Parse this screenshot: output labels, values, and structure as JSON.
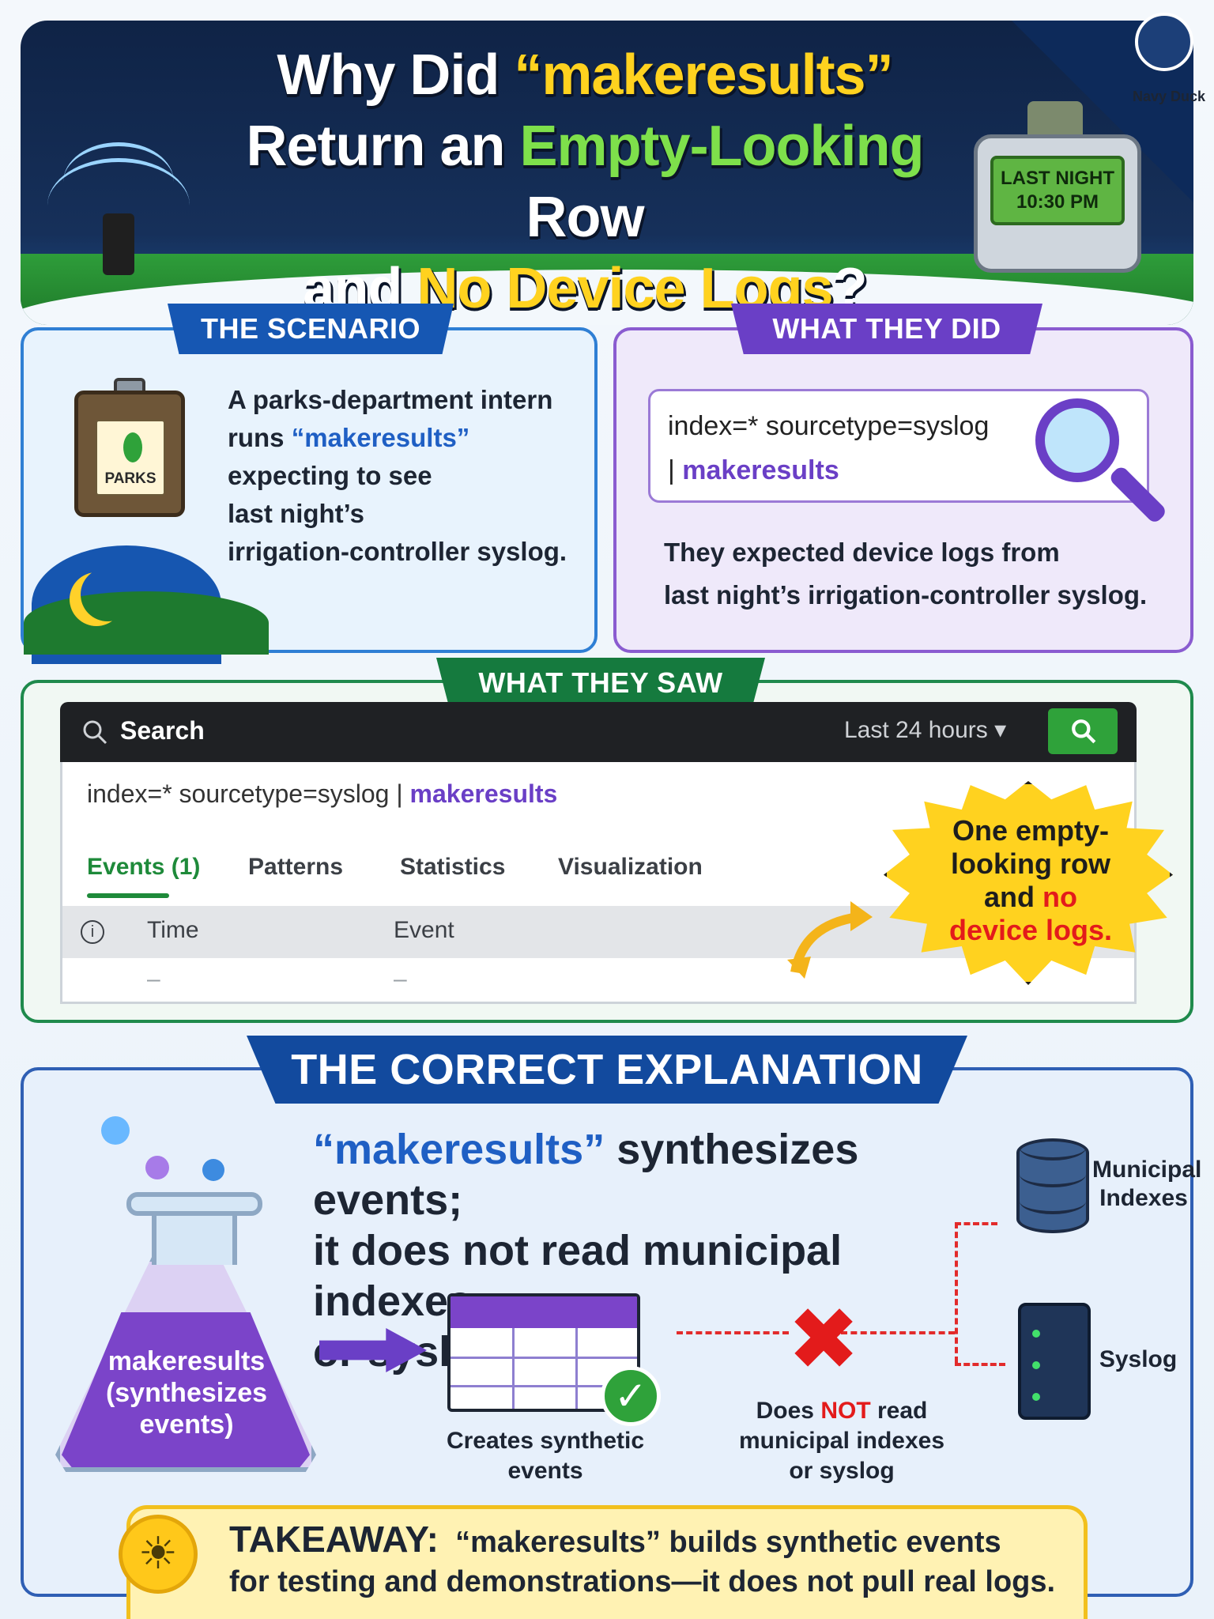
{
  "brand": {
    "name": "Navy Duck"
  },
  "header": {
    "title_parts": {
      "l1a": "Why Did ",
      "l1b": "“makeresults”",
      "l2a": "Return an ",
      "l2b": "Empty-Looking",
      "l2c": " Row",
      "l3a": "and ",
      "l3b": "No Device Logs",
      "l3c": "?"
    },
    "device": {
      "line1": "LAST NIGHT",
      "line2": "10:30 PM"
    }
  },
  "scenario": {
    "title": "THE SCENARIO",
    "sign": "PARKS",
    "l1": "A parks-department intern",
    "l2a": "runs ",
    "l2b": "“makeresults”",
    "l3": "expecting to see",
    "l4": "last night’s",
    "l5": "irrigation-controller syslog."
  },
  "did": {
    "title": "WHAT THEY DID",
    "code_l1": "index=* sourcetype=syslog",
    "code_l2a": "| ",
    "code_l2b": "makeresults",
    "l1": "They expected device logs from",
    "l2": "last night’s irrigation-controller syslog."
  },
  "saw": {
    "title": "WHAT THEY SAW",
    "search_label": "Search",
    "time_range": "Last 24 hours",
    "query_a": "index=* sourcetype=syslog | ",
    "query_b": "makeresults",
    "tabs": [
      "Events (1)",
      "Patterns",
      "Statistics",
      "Visualization"
    ],
    "columns": [
      "Time",
      "Event"
    ],
    "empty_cell": "–",
    "burst": {
      "l1": "One empty-",
      "l2": "looking row",
      "l3a": "and ",
      "l3b": "no",
      "l4": "device logs."
    }
  },
  "explanation": {
    "title": "THE CORRECT EXPLANATION",
    "h_a": "“makeresults”",
    "h_b": " synthesizes events;",
    "h_l2": "it does not read municipal indexes",
    "h_l3": "or syslog.",
    "flask_l1": "makeresults",
    "flask_l2": "(synthesizes",
    "flask_l3": "events)",
    "grid_cap_l1": "Creates synthetic",
    "grid_cap_l2": "events",
    "x_cap_l1a": "Does ",
    "x_cap_l1b": "NOT",
    "x_cap_l1c": " read",
    "x_cap_l2": "municipal indexes",
    "x_cap_l3": "or syslog",
    "db_l1": "Municipal",
    "db_l2": "Indexes",
    "srv": "Syslog"
  },
  "takeaway": {
    "key": "TAKEAWAY:",
    "l1": "“makeresults” builds synthetic events",
    "l2": "for testing and demonstrations—it does not pull real logs."
  }
}
